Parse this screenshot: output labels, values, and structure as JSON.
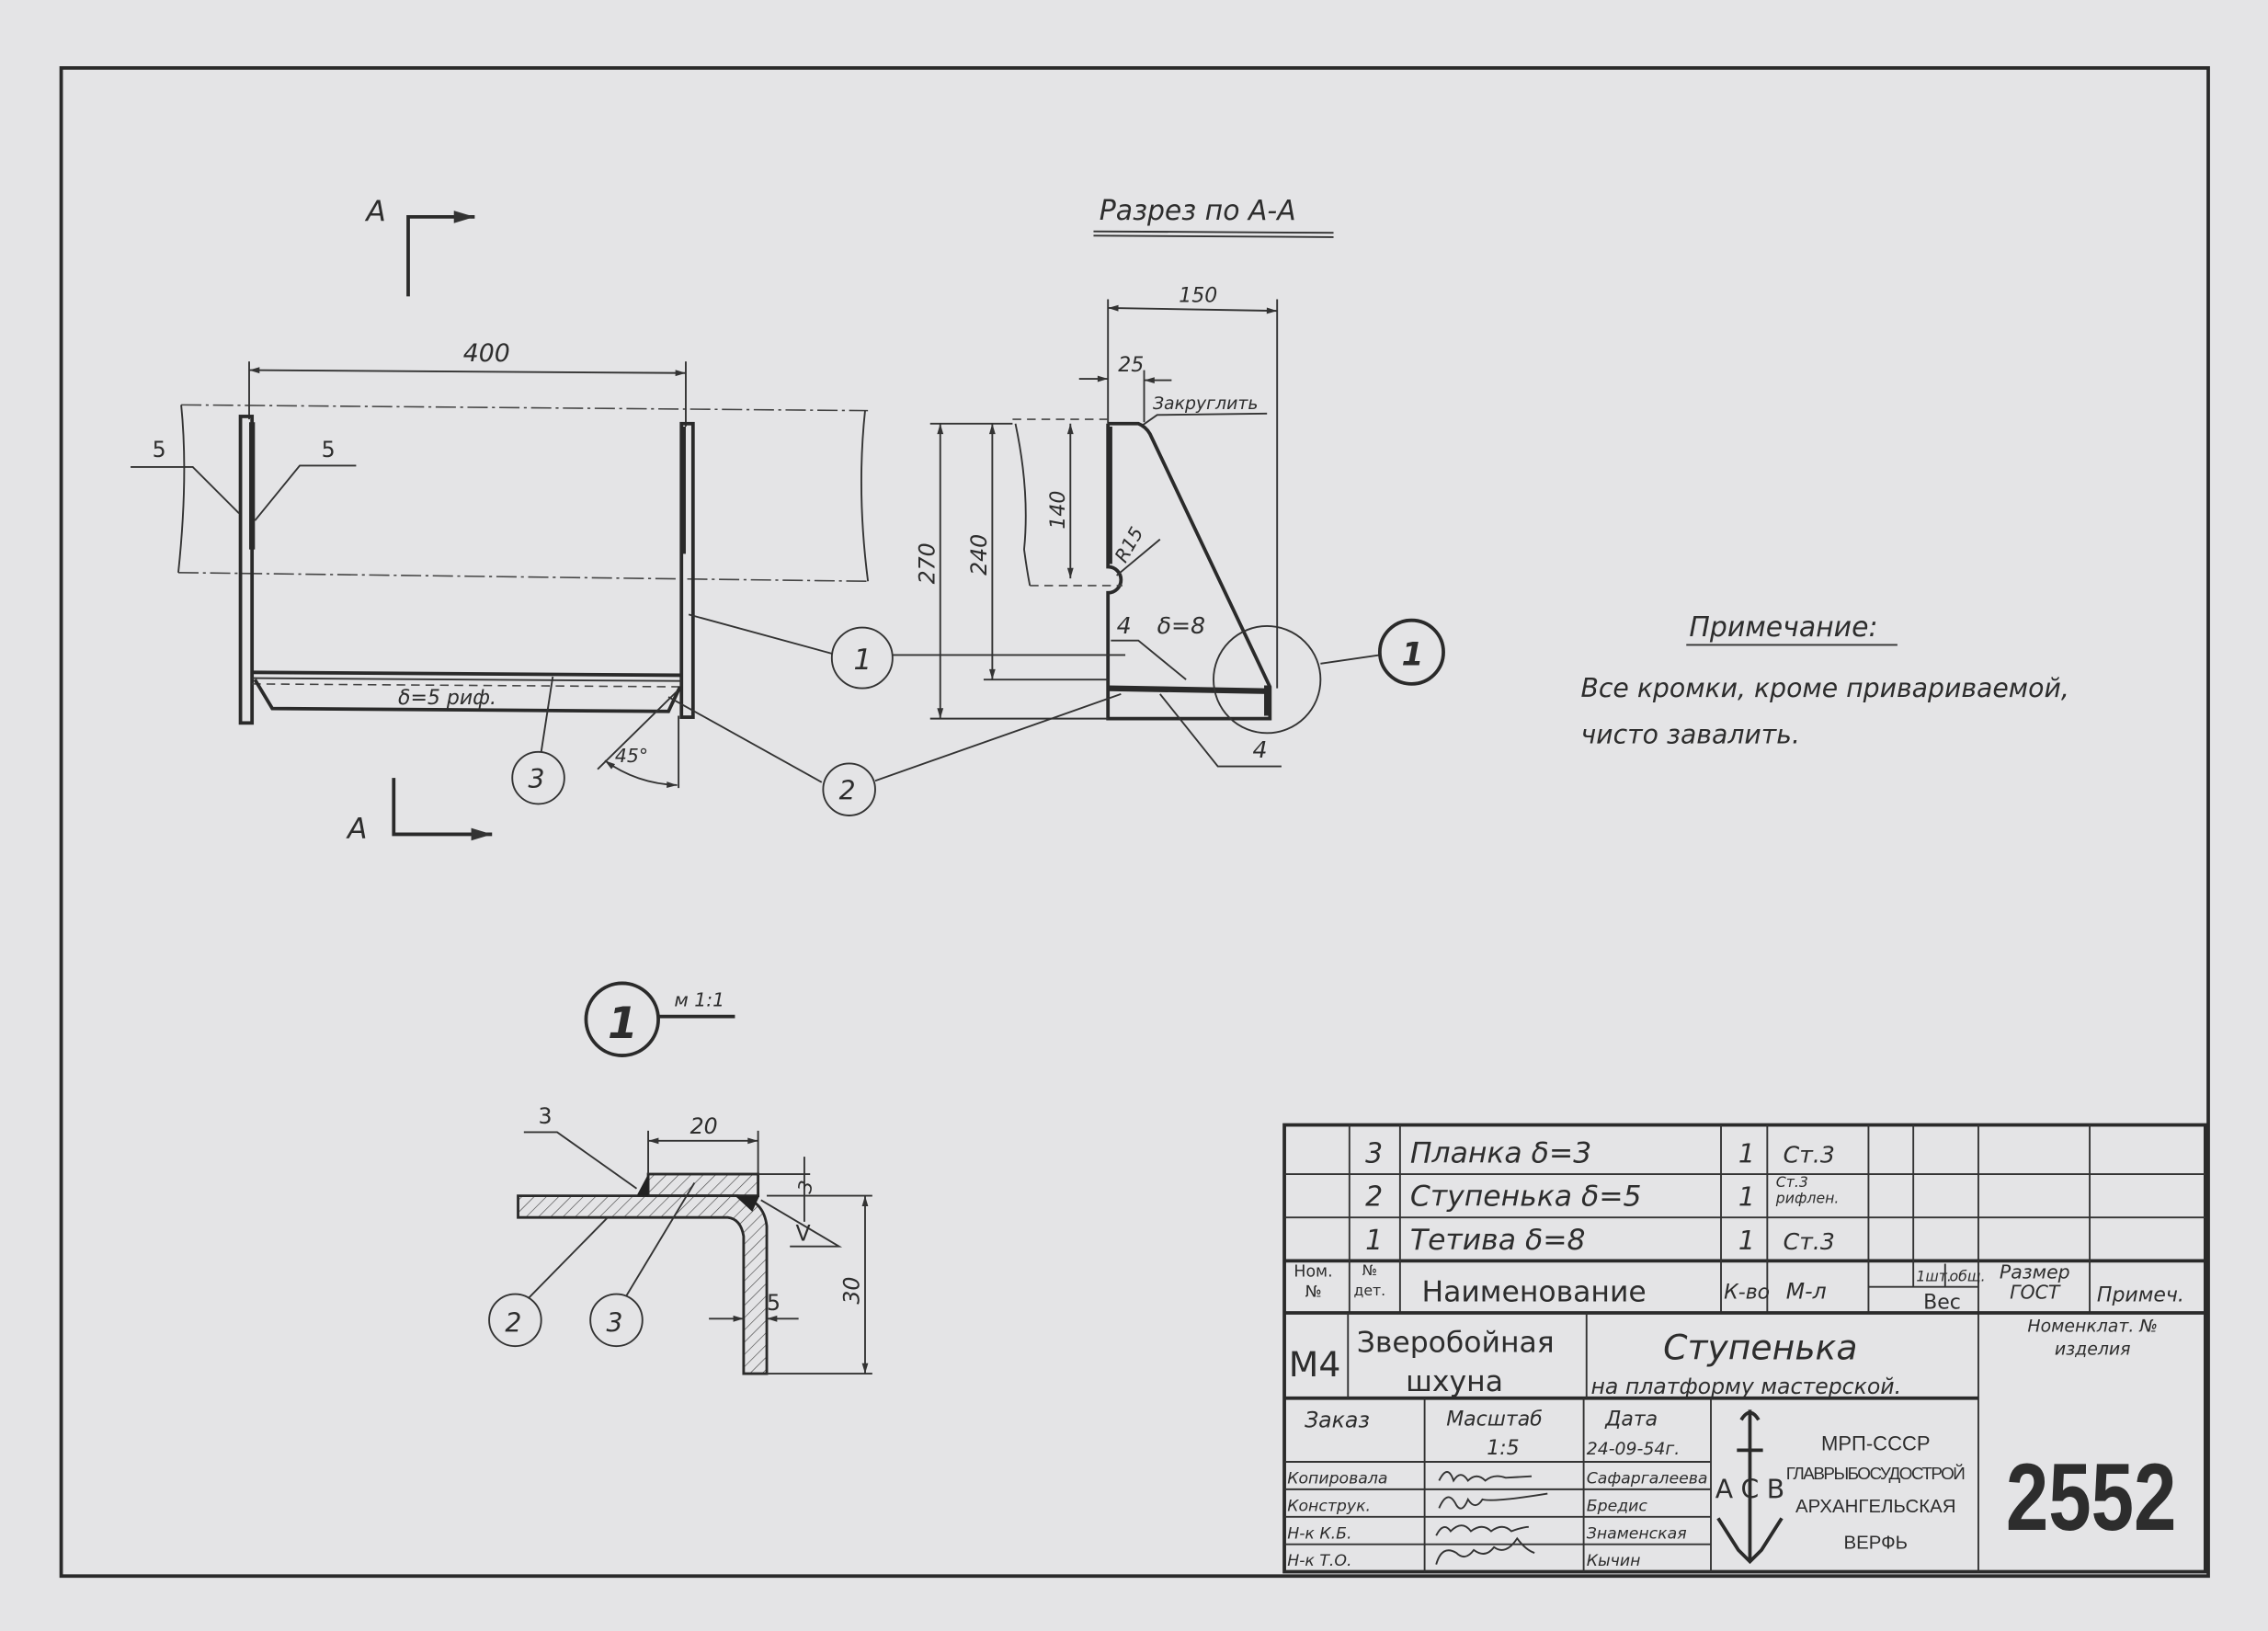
{
  "section_markers": {
    "top": "А",
    "bottom": "А"
  },
  "main_view": {
    "dim_width": "400",
    "weld_left": "5",
    "weld_right": "5",
    "step_label": "δ=5 риф.",
    "angle": "45°",
    "callouts": [
      "1",
      "2",
      "3"
    ]
  },
  "section_view": {
    "title": "Разрез по А-А",
    "dim_150": "150",
    "dim_25": "25",
    "round_note": "Закруглить",
    "dim_270": "270",
    "dim_240": "240",
    "dim_140": "140",
    "radius": "R15",
    "weld_top": "4",
    "weld_bottom": "4",
    "thickness": "δ=8",
    "detail_callout": "1"
  },
  "note": {
    "heading": "Примечание:",
    "line1": "Все кромки, кроме привариваемой,",
    "line2": "чисто завалить."
  },
  "detail": {
    "callout": "1",
    "scale": "м 1:1",
    "weld_label": "3",
    "dim_20": "20",
    "dim_3": "3",
    "weld_symbol": "V",
    "dim_5": "5",
    "dim_30": "30",
    "callouts": [
      "2",
      "3"
    ]
  },
  "title_block": {
    "parts": [
      {
        "num": "3",
        "name": "Планка δ=3",
        "qty": "1",
        "material": "Ст.3"
      },
      {
        "num": "2",
        "name": "Ступенька δ=5",
        "qty": "1",
        "material": "Ст.3 рифлен."
      },
      {
        "num": "1",
        "name": "Тетива δ=8",
        "qty": "1",
        "material": "Ст.3"
      }
    ],
    "headers": {
      "nom": "Ном. №",
      "det": "№ дет.",
      "name": "Наименование",
      "qty": "К-во",
      "material": "М-л",
      "weight_unit": "1шт.",
      "weight_total": "общ.",
      "weight": "Вес",
      "size": "Размер ГОСТ",
      "note": "Примеч."
    },
    "code": "М4",
    "vessel_line1": "Зверобойная",
    "vessel_line2": "шхуна",
    "item_title": "Ступенька",
    "item_subtitle": "на платформу мастерской.",
    "nomenclature_label": "Номенклат. № изделия",
    "order_label": "Заказ",
    "scale_label": "Масштаб",
    "scale_value": "1:5",
    "date_label": "Дата",
    "date_value": "24-09-54г.",
    "signatures": [
      {
        "role": "Копировала",
        "name": "Сафаргалеева"
      },
      {
        "role": "Конструк.",
        "name": "Бредис"
      },
      {
        "role": "Н-к К.Б.",
        "name": "Знаменская"
      },
      {
        "role": "Н-к Т.О.",
        "name": "Кычин"
      }
    ],
    "logo_letters": "АСВ",
    "org_line1": "МРП-СССР",
    "org_line2": "ГЛАВРЫБОСУДОСТРОЙ",
    "org_line3": "АРХАНГЕЛЬСКАЯ",
    "org_line4": "ВЕРФЬ",
    "drawing_number": "2552"
  }
}
